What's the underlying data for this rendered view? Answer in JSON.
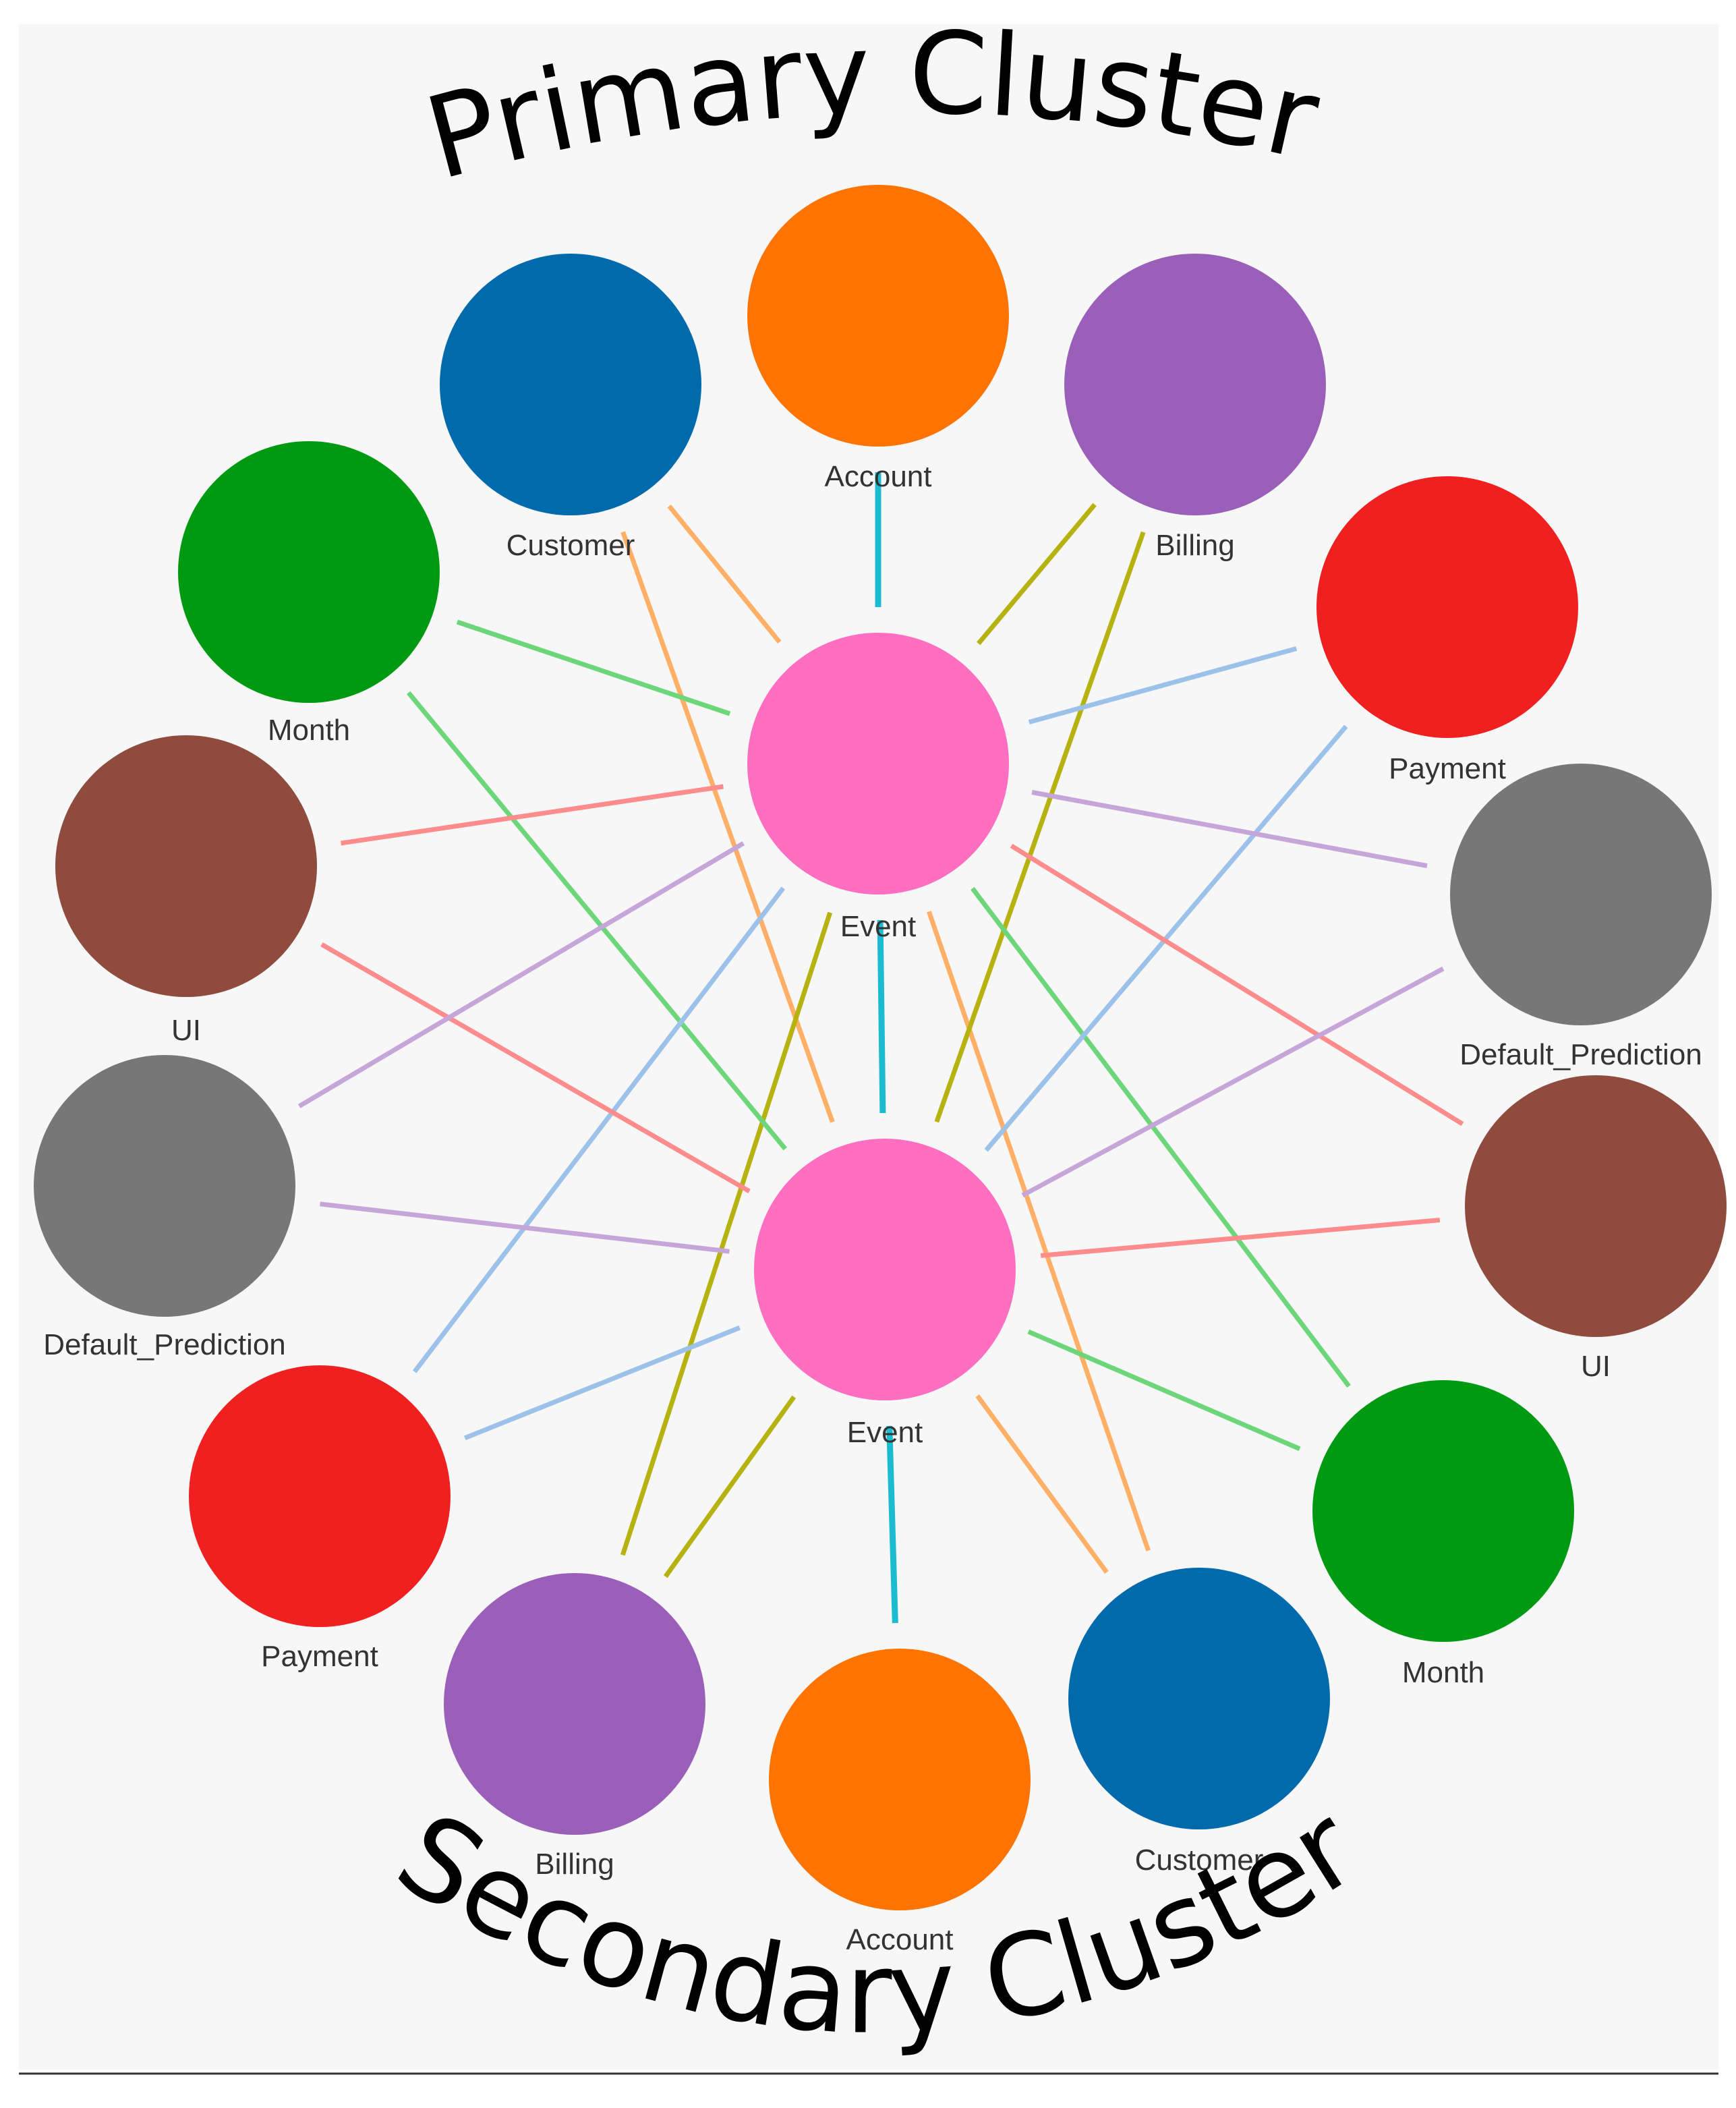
{
  "titles": {
    "primary": "Primary Cluster",
    "secondary": "Secondary Cluster"
  },
  "colors": {
    "panel_background": "#f7f7f7",
    "border": "#333333",
    "event": "#ff6ec0",
    "account": "#ff7300",
    "customer": "#006aad",
    "billing": "#9a5fb9",
    "payment": "#f02020",
    "month": "#009a12",
    "ui": "#8e4b3e",
    "default_prediction": "#777777",
    "edge_cyan": "#1bbcd2",
    "edge_orange": "#ffb066",
    "edge_olive": "#b6b210",
    "edge_green": "#6ed67a",
    "edge_blue": "#9cc2ea",
    "edge_red": "#ff8c8c",
    "edge_purple": "#c6a6d8"
  },
  "primary_cluster": {
    "center": {
      "label": "Event",
      "color": "event"
    },
    "nodes": [
      {
        "id": "p-account",
        "label": "Account",
        "color": "account"
      },
      {
        "id": "p-customer",
        "label": "Customer",
        "color": "customer"
      },
      {
        "id": "p-billing",
        "label": "Billing",
        "color": "billing"
      },
      {
        "id": "p-month",
        "label": "Month",
        "color": "month"
      },
      {
        "id": "p-payment",
        "label": "Payment",
        "color": "payment"
      },
      {
        "id": "p-ui",
        "label": "UI",
        "color": "ui"
      },
      {
        "id": "p-default-prediction",
        "label": "Default_Prediction",
        "color": "default_prediction"
      }
    ]
  },
  "secondary_cluster": {
    "center": {
      "label": "Event",
      "color": "event"
    },
    "nodes": [
      {
        "id": "s-account",
        "label": "Account",
        "color": "account"
      },
      {
        "id": "s-customer",
        "label": "Customer",
        "color": "customer"
      },
      {
        "id": "s-billing",
        "label": "Billing",
        "color": "billing"
      },
      {
        "id": "s-month",
        "label": "Month",
        "color": "month"
      },
      {
        "id": "s-payment",
        "label": "Payment",
        "color": "payment"
      },
      {
        "id": "s-ui",
        "label": "UI",
        "color": "ui"
      },
      {
        "id": "s-default-prediction",
        "label": "Default_Prediction",
        "color": "default_prediction"
      }
    ]
  },
  "edges": [
    {
      "from": "p-account",
      "to": "p-event",
      "color": "edge_cyan"
    },
    {
      "from": "p-event",
      "to": "s-event",
      "color": "edge_cyan"
    },
    {
      "from": "s-event",
      "to": "s-account",
      "color": "edge_cyan"
    },
    {
      "from": "p-customer",
      "to": "p-event",
      "color": "edge_orange"
    },
    {
      "from": "p-customer",
      "to": "s-event",
      "color": "edge_orange"
    },
    {
      "from": "p-event",
      "to": "s-customer",
      "color": "edge_orange"
    },
    {
      "from": "s-event",
      "to": "s-customer",
      "color": "edge_orange"
    },
    {
      "from": "p-billing",
      "to": "p-event",
      "color": "edge_olive"
    },
    {
      "from": "p-billing",
      "to": "s-event",
      "color": "edge_olive"
    },
    {
      "from": "p-event",
      "to": "s-billing",
      "color": "edge_olive"
    },
    {
      "from": "s-event",
      "to": "s-billing",
      "color": "edge_olive"
    },
    {
      "from": "p-month",
      "to": "p-event",
      "color": "edge_green"
    },
    {
      "from": "p-month",
      "to": "s-event",
      "color": "edge_green"
    },
    {
      "from": "p-event",
      "to": "s-month",
      "color": "edge_green"
    },
    {
      "from": "s-event",
      "to": "s-month",
      "color": "edge_green"
    },
    {
      "from": "p-payment",
      "to": "p-event",
      "color": "edge_blue"
    },
    {
      "from": "p-payment",
      "to": "s-event",
      "color": "edge_blue"
    },
    {
      "from": "p-event",
      "to": "s-payment",
      "color": "edge_blue"
    },
    {
      "from": "s-event",
      "to": "s-payment",
      "color": "edge_blue"
    },
    {
      "from": "p-ui",
      "to": "p-event",
      "color": "edge_red"
    },
    {
      "from": "p-ui",
      "to": "s-event",
      "color": "edge_red"
    },
    {
      "from": "p-event",
      "to": "s-ui",
      "color": "edge_red"
    },
    {
      "from": "s-event",
      "to": "s-ui",
      "color": "edge_red"
    },
    {
      "from": "p-default-prediction",
      "to": "p-event",
      "color": "edge_purple"
    },
    {
      "from": "p-default-prediction",
      "to": "s-event",
      "color": "edge_purple"
    },
    {
      "from": "p-event",
      "to": "s-default-prediction",
      "color": "edge_purple"
    },
    {
      "from": "s-event",
      "to": "s-default-prediction",
      "color": "edge_purple"
    }
  ]
}
